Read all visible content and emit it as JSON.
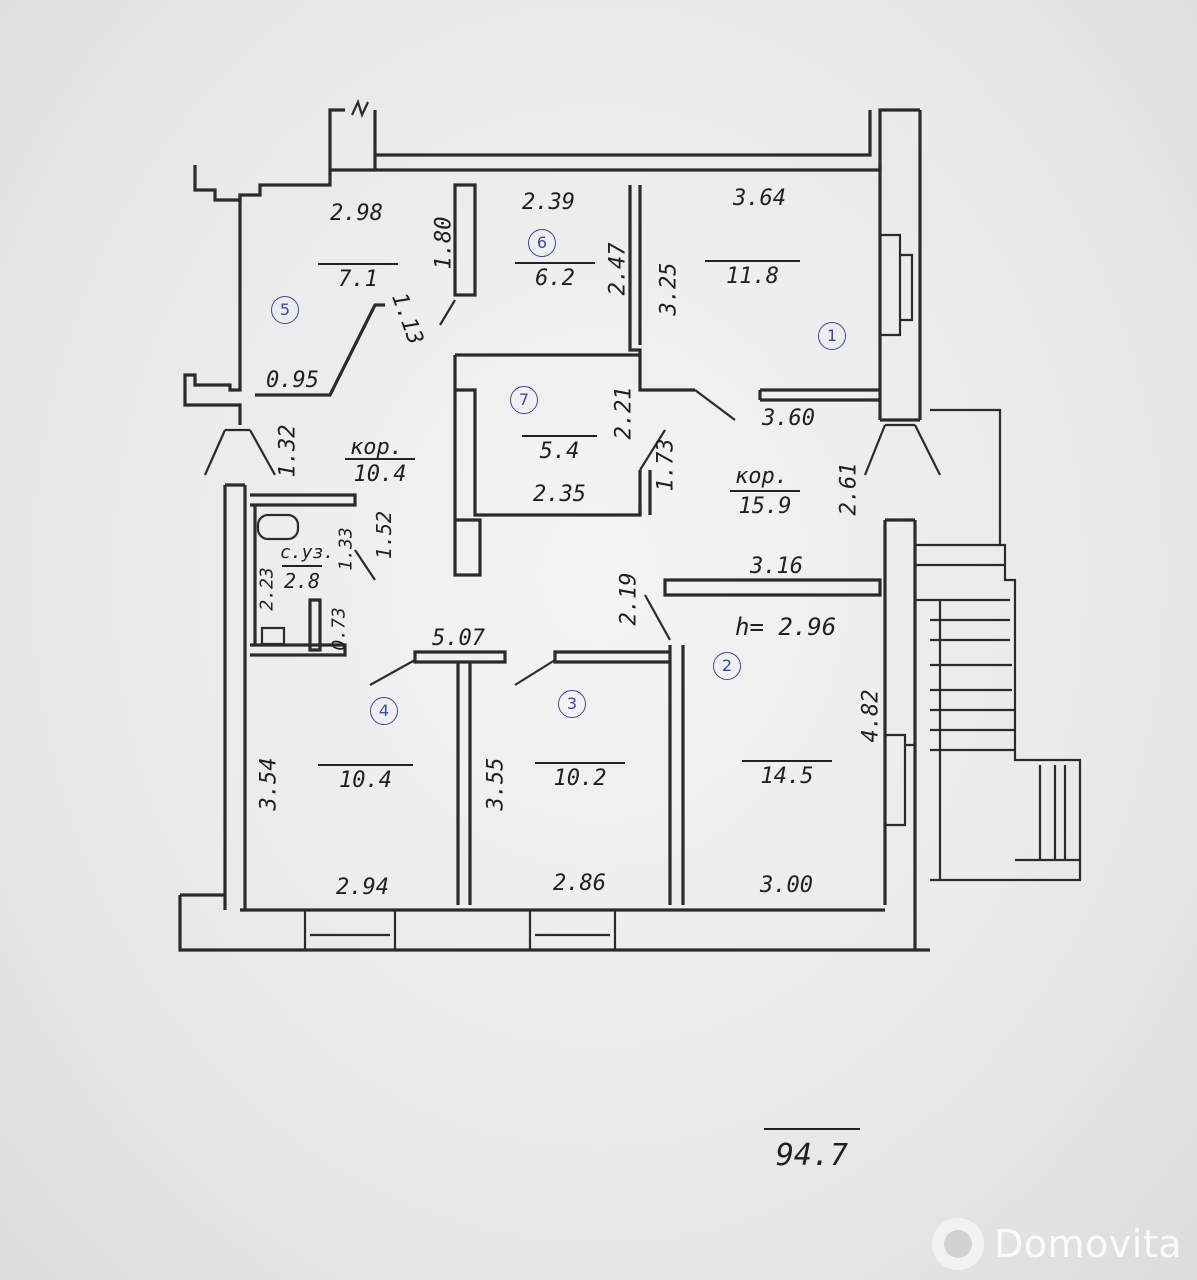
{
  "rooms": [
    {
      "id": "1",
      "area": "11.8"
    },
    {
      "id": "2",
      "area": "14.5"
    },
    {
      "id": "3",
      "area": "10.2"
    },
    {
      "id": "4",
      "area": "10.4"
    },
    {
      "id": "5",
      "area": "7.1"
    },
    {
      "id": "6",
      "area": "6.2"
    },
    {
      "id": "7",
      "area": "5.4"
    }
  ],
  "corridors": [
    {
      "name": "кор.",
      "area": "10.4"
    },
    {
      "name": "кор.",
      "area": "15.9"
    }
  ],
  "bathroom": {
    "name": "с.уз.",
    "area": "2.8"
  },
  "ceiling_height": "h= 2.96",
  "dimensions": {
    "r5_top": "2.98",
    "r5_right": "1.80",
    "r5_diag": "1.13",
    "r5_bottom": "0.95",
    "r6_top": "2.39",
    "r6_right": "2.47",
    "r1_top": "3.64",
    "r1_left": "3.25",
    "r1_bottom": "3.60",
    "r7_right": "2.21",
    "r7_bottom": "2.35",
    "r7_diag": "1.73",
    "cor1_left": "1.32",
    "cor2_right": "2.61",
    "wc_left": "2.23",
    "wc_top": "1.33",
    "wc_right": "1.52",
    "wc_small": "0.73",
    "r2_top": "3.16",
    "r2_door": "2.19",
    "r2_right": "4.82",
    "r2_bottom": "3.00",
    "r4_top": "5.07",
    "r4_left": "3.54",
    "r4_bottom": "2.94",
    "r3_left": "3.55",
    "r3_bottom": "2.86"
  },
  "total_area": "94.7",
  "watermark": "Domovita"
}
